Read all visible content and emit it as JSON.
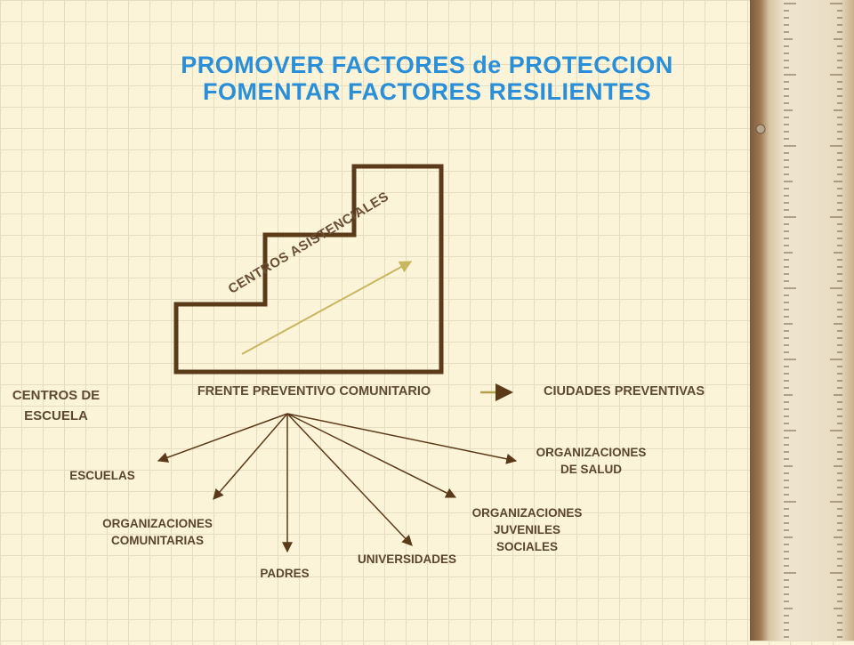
{
  "title": {
    "line1": "PROMOVER FACTORES de PROTECCION",
    "line2": "FOMENTAR FACTORES RESILIENTES"
  },
  "staircase": {
    "label": "CENTROS ASISTENCIALES"
  },
  "left_label": {
    "line1": "CENTROS DE",
    "line2": "ESCUELA"
  },
  "frente": "FRENTE PREVENTIVO COMUNITARIO",
  "ciudades": "CIUDADES PREVENTIVAS",
  "branches": {
    "escuelas": "ESCUELAS",
    "org_comunitarias": {
      "line1": "ORGANIZACIONES",
      "line2": "COMUNITARIAS"
    },
    "padres": "PADRES",
    "universidades": "UNIVERSIDADES",
    "org_juveniles": {
      "line1": "ORGANIZACIONES",
      "line2": "JUVENILES",
      "line3": "SOCIALES"
    },
    "org_salud": {
      "line1": "ORGANIZACIONES",
      "line2": "DE SALUD"
    }
  },
  "colors": {
    "title": "#2a8fd8",
    "text": "#5a4530",
    "stair_border": "#5b3a1a",
    "arrow": "#5b3a1a",
    "arrow_highlight": "#b2a04a"
  }
}
